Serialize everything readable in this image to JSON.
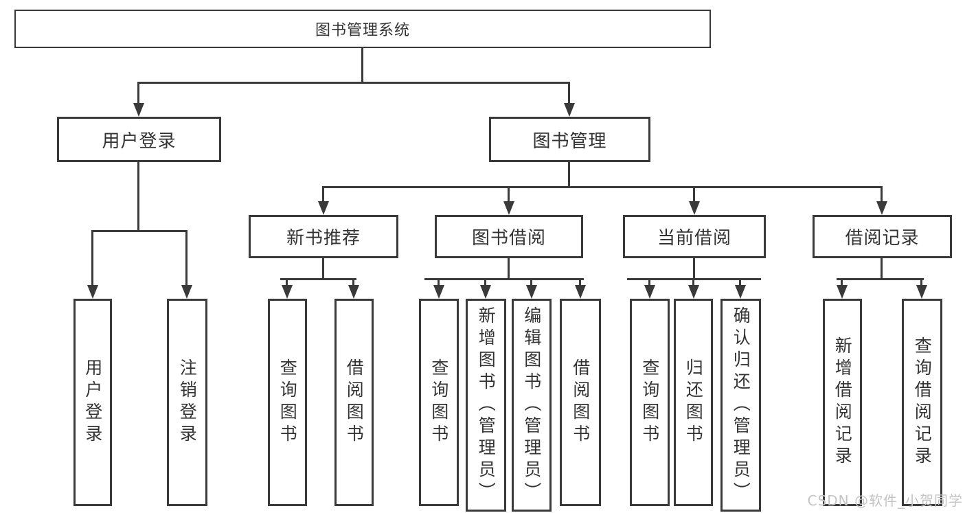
{
  "watermark": "CSDN @软件_小贺同学",
  "colors": {
    "background": "#ffffff",
    "line": "#3a3a3a",
    "text": "#333333",
    "watermark": "#c4c4c4"
  },
  "tree": {
    "root": {
      "label": "图书管理系统"
    },
    "branches": [
      {
        "label": "用户登录",
        "children": [
          {
            "label": "用户登录"
          },
          {
            "label": "注销登录"
          }
        ]
      },
      {
        "label": "图书管理",
        "children": [
          {
            "label": "新书推荐",
            "children": [
              {
                "label": "查询图书"
              },
              {
                "label": "借阅图书"
              }
            ]
          },
          {
            "label": "图书借阅",
            "children": [
              {
                "label": "查询图书"
              },
              {
                "label": "新增图书（管理员）"
              },
              {
                "label": "编辑图书（管理员）"
              },
              {
                "label": "借阅图书"
              }
            ]
          },
          {
            "label": "当前借阅",
            "children": [
              {
                "label": "查询图书"
              },
              {
                "label": "归还图书"
              },
              {
                "label": "确认归还（管理员）"
              }
            ]
          },
          {
            "label": "借阅记录",
            "children": [
              {
                "label": "新增借阅记录"
              },
              {
                "label": "查询借阅记录"
              }
            ]
          }
        ]
      }
    ]
  }
}
